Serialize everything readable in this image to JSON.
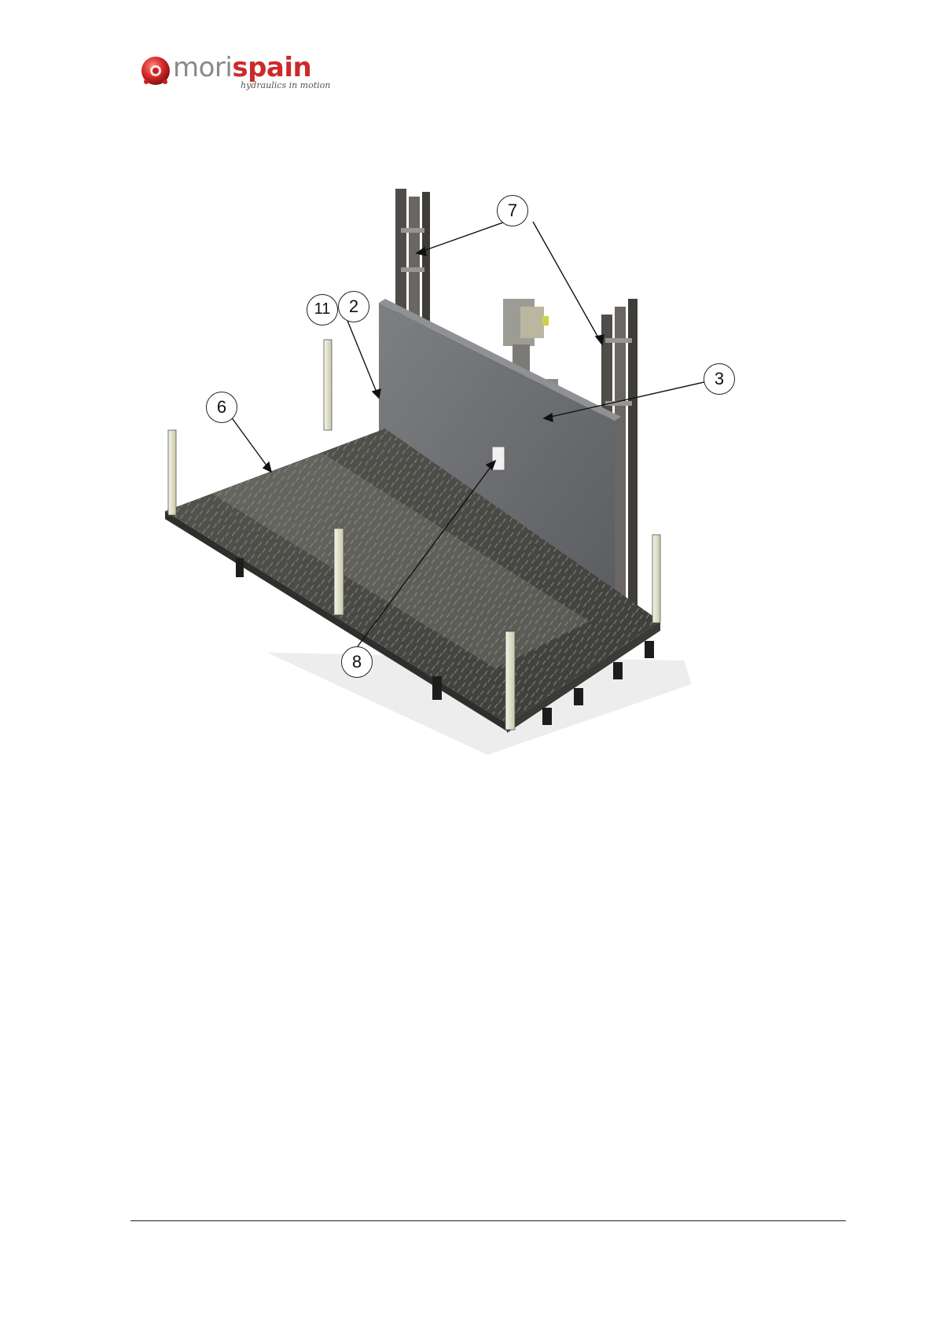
{
  "header": {
    "brand_part1": "mori",
    "brand_part2": "spain",
    "tagline": "hydraulics in motion"
  },
  "figure": {
    "callouts": [
      {
        "id": "7",
        "label": "7"
      },
      {
        "id": "11",
        "label": "11"
      },
      {
        "id": "2",
        "label": "2"
      },
      {
        "id": "6",
        "label": "6"
      },
      {
        "id": "3",
        "label": "3"
      },
      {
        "id": "8",
        "label": "8"
      }
    ]
  },
  "colors": {
    "brand_red": "#cc2a2a",
    "brand_grey": "#8a8a8a"
  }
}
